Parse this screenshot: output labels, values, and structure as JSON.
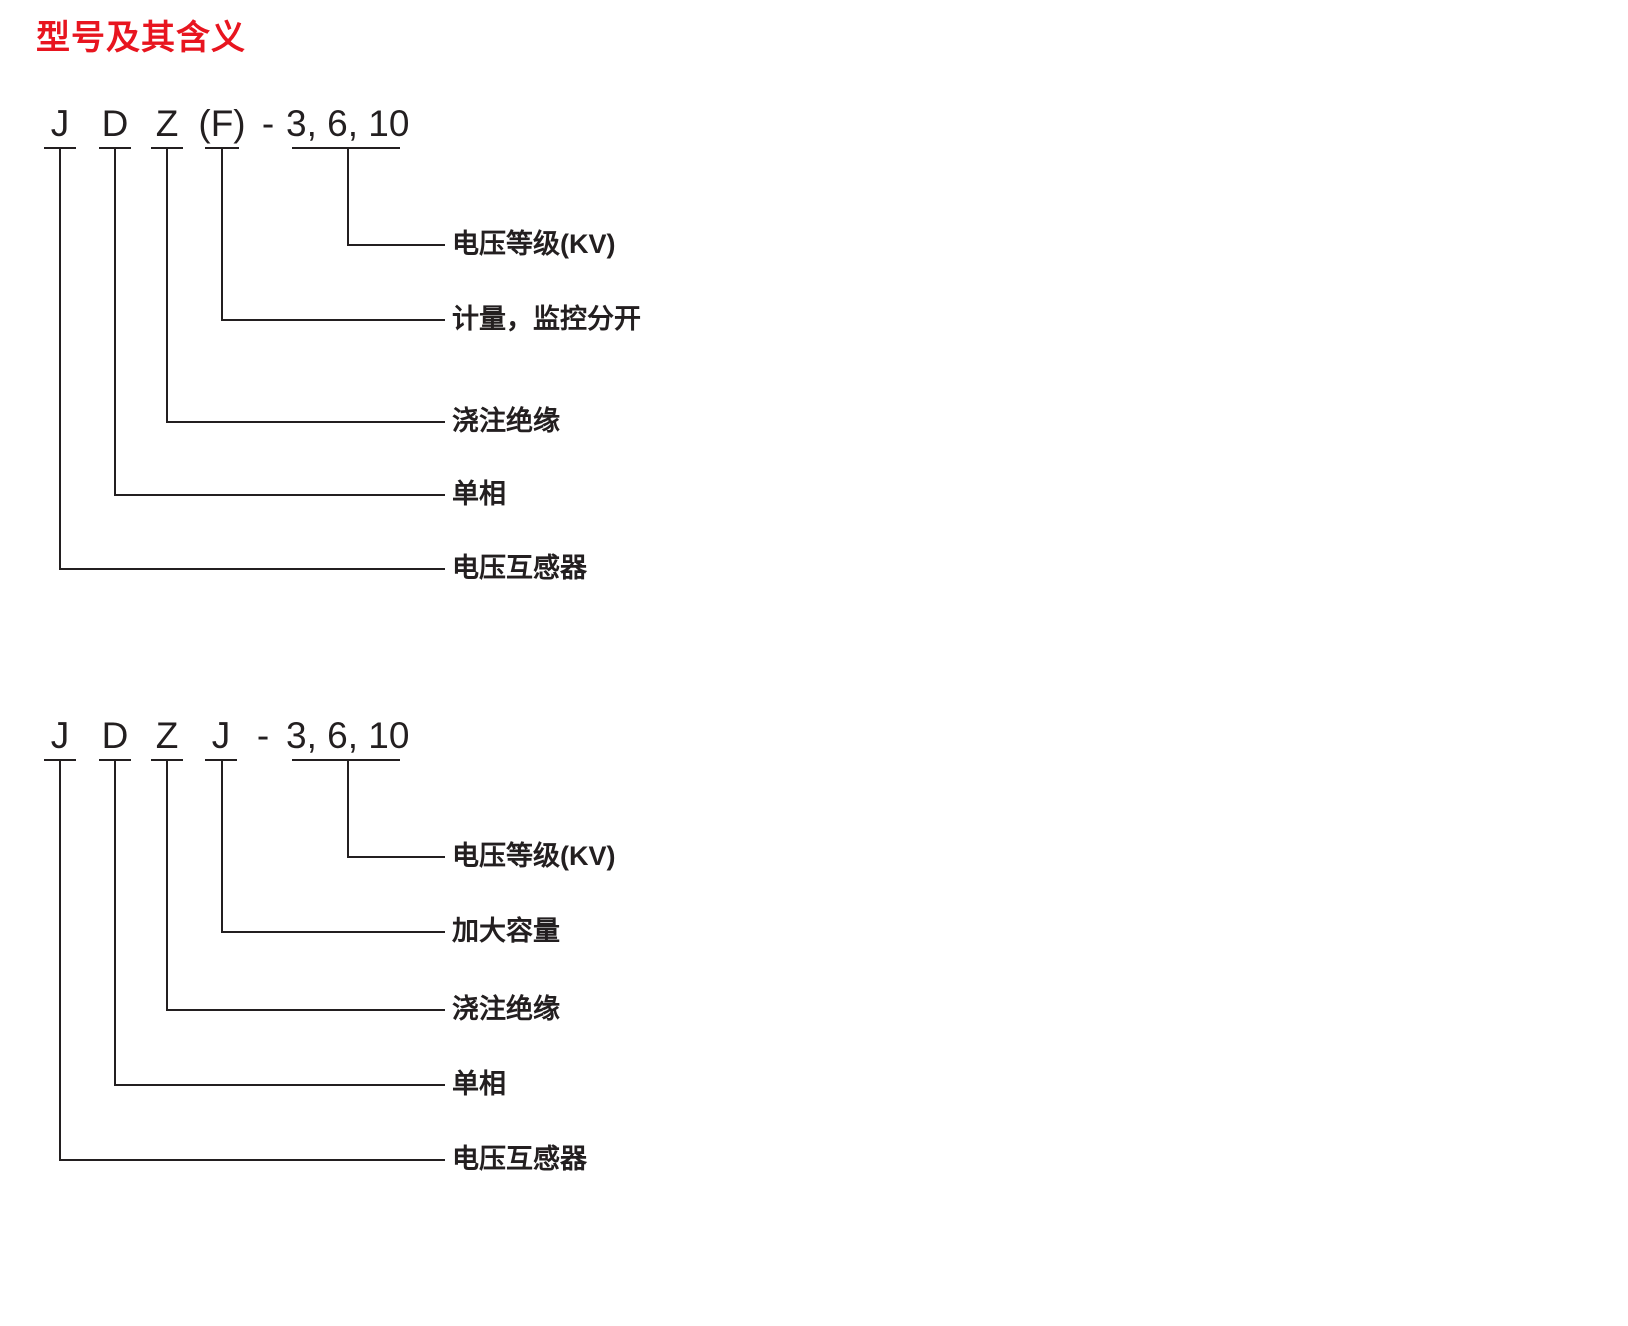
{
  "page": {
    "title": "型号及其含义",
    "title_color": "#e8151f",
    "line_color": "#231f20",
    "background": "#ffffff"
  },
  "diagrams": [
    {
      "id": "jdzf",
      "code_tokens": [
        {
          "text": "J",
          "underlined": true
        },
        {
          "text": "D",
          "underlined": true
        },
        {
          "text": "Z",
          "underlined": true
        },
        {
          "text": "(F)",
          "underlined": true
        },
        {
          "text": "-",
          "underlined": false
        },
        {
          "text": "3, 6, 10",
          "underlined": true
        }
      ],
      "callouts": [
        {
          "source_token": "3, 6, 10",
          "label": "电压等级(KV)"
        },
        {
          "source_token": "(F)",
          "label": "计量，监控分开"
        },
        {
          "source_token": "Z",
          "label": "浇注绝缘"
        },
        {
          "source_token": "D",
          "label": "单相"
        },
        {
          "source_token": "J",
          "label": "电压互感器"
        }
      ]
    },
    {
      "id": "jdzj",
      "code_tokens": [
        {
          "text": "J",
          "underlined": true
        },
        {
          "text": "D",
          "underlined": true
        },
        {
          "text": "Z",
          "underlined": true
        },
        {
          "text": "J",
          "underlined": true
        },
        {
          "text": "-",
          "underlined": false
        },
        {
          "text": "3, 6, 10",
          "underlined": true
        }
      ],
      "callouts": [
        {
          "source_token": "3, 6, 10",
          "label": "电压等级(KV)"
        },
        {
          "source_token": "J",
          "label": "加大容量"
        },
        {
          "source_token": "Z",
          "label": "浇注绝缘"
        },
        {
          "source_token": "D",
          "label": "单相"
        },
        {
          "source_token": "J",
          "label": "电压互感器"
        }
      ]
    }
  ]
}
